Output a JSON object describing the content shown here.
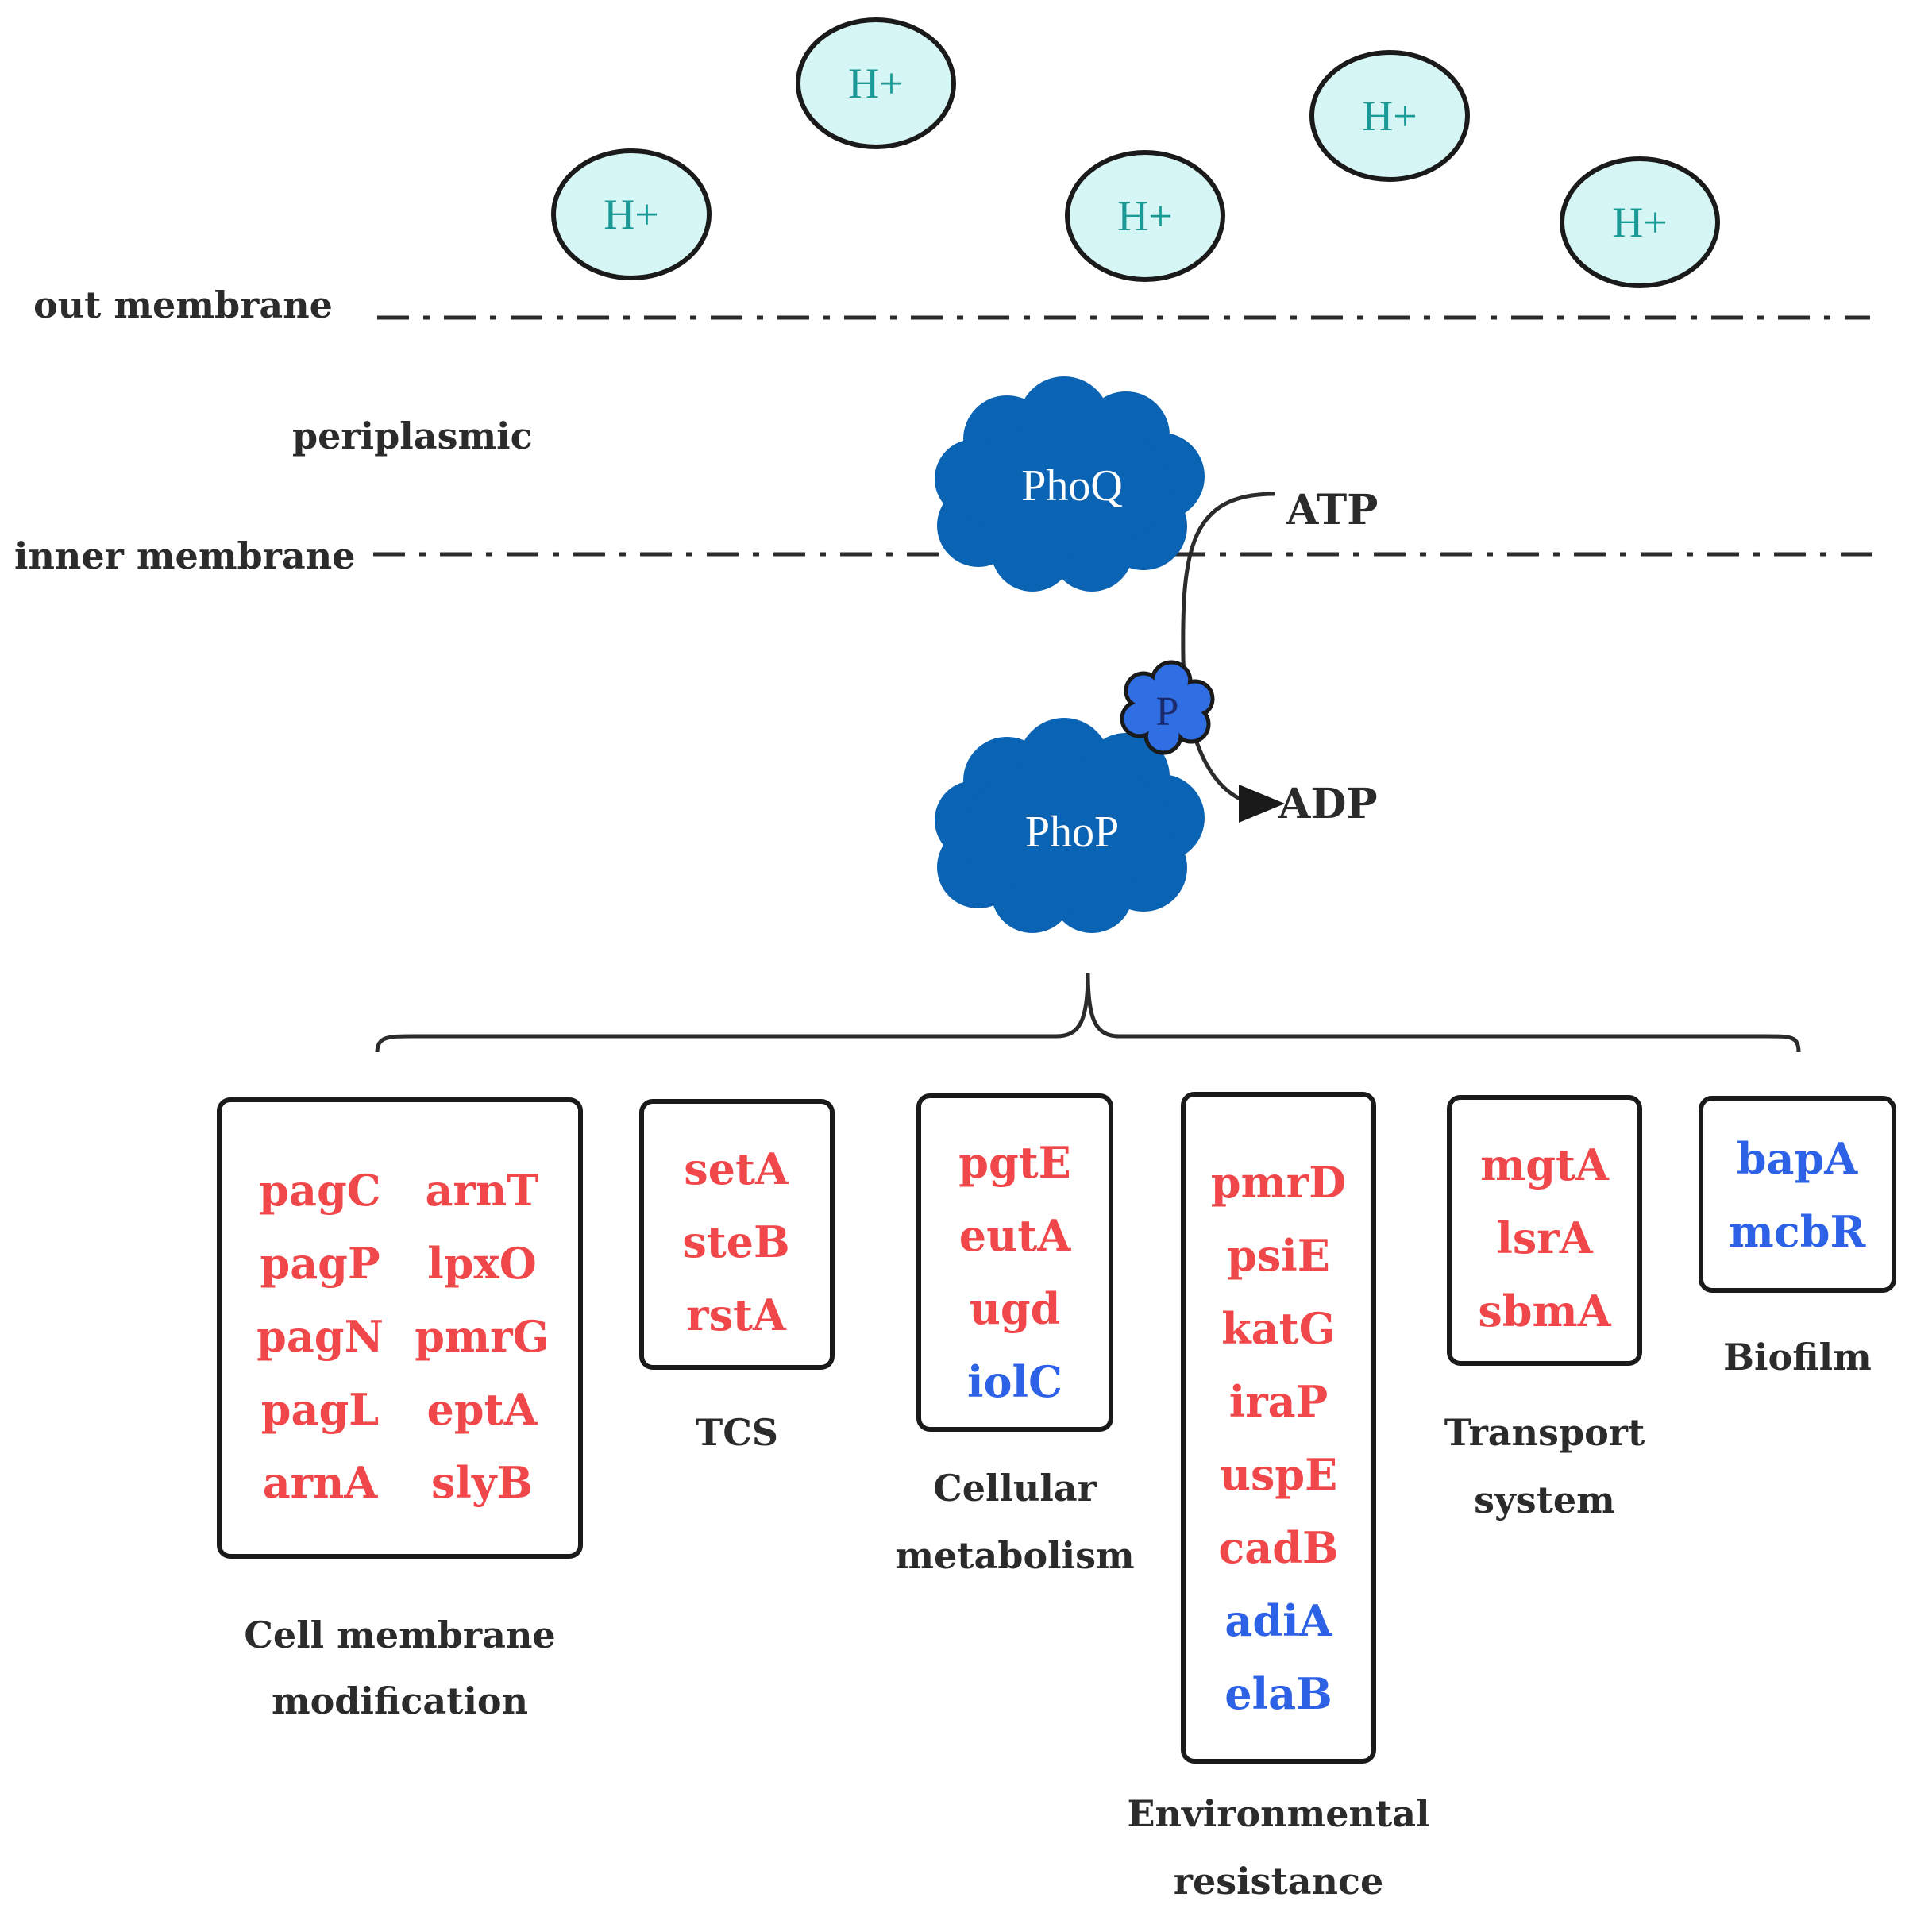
{
  "ions": [
    {
      "label": "H+"
    },
    {
      "label": "H+"
    },
    {
      "label": "H+"
    },
    {
      "label": "H+"
    },
    {
      "label": "H+"
    }
  ],
  "layers": {
    "outer": "out membrane",
    "periplasmic": "periplasmic",
    "inner": "inner membrane"
  },
  "proteins": {
    "sensor": "PhoQ",
    "regulator": "PhoP",
    "phosphate": "P"
  },
  "reaction": {
    "substrate": "ATP",
    "product": "ADP"
  },
  "colors": {
    "ion_fill": "#d6f5f5",
    "ion_text": "#1a9a96",
    "protein_fill": "#0b63b3",
    "phosphate_fill": "#2f6ee3",
    "upregulated": "#f0474a",
    "downregulated": "#2e62e6",
    "text": "#2b2b2b"
  },
  "categories": [
    {
      "label_lines": [
        "Cell membrane",
        "modification"
      ],
      "genes": [
        {
          "name": "pagC",
          "reg": "up"
        },
        {
          "name": "arnT",
          "reg": "up"
        },
        {
          "name": "pagP",
          "reg": "up"
        },
        {
          "name": "lpxO",
          "reg": "up"
        },
        {
          "name": "pagN",
          "reg": "up"
        },
        {
          "name": "pmrG",
          "reg": "up"
        },
        {
          "name": "pagL",
          "reg": "up"
        },
        {
          "name": "eptA",
          "reg": "up"
        },
        {
          "name": "arnA",
          "reg": "up"
        },
        {
          "name": "slyB",
          "reg": "up"
        }
      ]
    },
    {
      "label_lines": [
        "TCS"
      ],
      "genes": [
        {
          "name": "setA",
          "reg": "up"
        },
        {
          "name": "steB",
          "reg": "up"
        },
        {
          "name": "rstA",
          "reg": "up"
        }
      ]
    },
    {
      "label_lines": [
        "Cellular",
        "metabolism"
      ],
      "genes": [
        {
          "name": "pgtE",
          "reg": "up"
        },
        {
          "name": "eutA",
          "reg": "up"
        },
        {
          "name": "ugd",
          "reg": "up"
        },
        {
          "name": "iolC",
          "reg": "down"
        }
      ]
    },
    {
      "label_lines": [
        "Environmental",
        "resistance"
      ],
      "genes": [
        {
          "name": "pmrD",
          "reg": "up"
        },
        {
          "name": "psiE",
          "reg": "up"
        },
        {
          "name": "katG",
          "reg": "up"
        },
        {
          "name": "iraP",
          "reg": "up"
        },
        {
          "name": "uspE",
          "reg": "up"
        },
        {
          "name": "cadB",
          "reg": "up"
        },
        {
          "name": "adiA",
          "reg": "down"
        },
        {
          "name": "elaB",
          "reg": "down"
        }
      ]
    },
    {
      "label_lines": [
        "Transport",
        "system"
      ],
      "genes": [
        {
          "name": "mgtA",
          "reg": "up"
        },
        {
          "name": "lsrA",
          "reg": "up"
        },
        {
          "name": "sbmA",
          "reg": "up"
        }
      ]
    },
    {
      "label_lines": [
        "Biofilm"
      ],
      "genes": [
        {
          "name": "bapA",
          "reg": "down"
        },
        {
          "name": "mcbR",
          "reg": "down"
        }
      ]
    }
  ]
}
